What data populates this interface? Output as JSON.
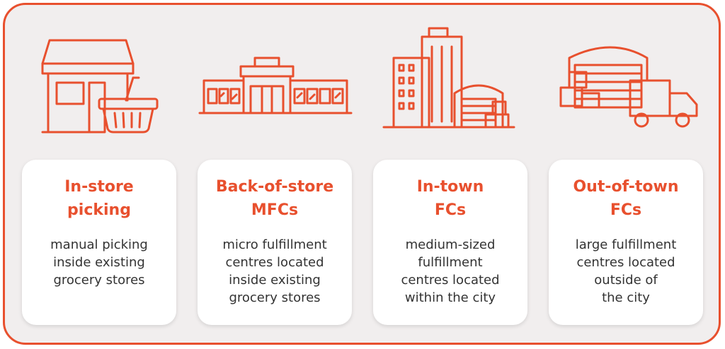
{
  "accent_color": "#e8502e",
  "cards": [
    {
      "icon": "store-basket-icon",
      "title": "In-store\npicking",
      "description": "manual picking\ninside existing\ngrocery stores"
    },
    {
      "icon": "storefront-building-icon",
      "title": "Back-of-store\nMFCs",
      "description": "micro fulfillment\ncentres located\ninside existing\ngrocery stores"
    },
    {
      "icon": "city-buildings-warehouse-icon",
      "title": "In-town\nFCs",
      "description": "medium-sized\nfulfillment\ncentres located\nwithin the city"
    },
    {
      "icon": "warehouse-truck-icon",
      "title": "Out-of-town\nFCs",
      "description": "large fulfillment\ncentres located\noutside of\nthe city"
    }
  ]
}
